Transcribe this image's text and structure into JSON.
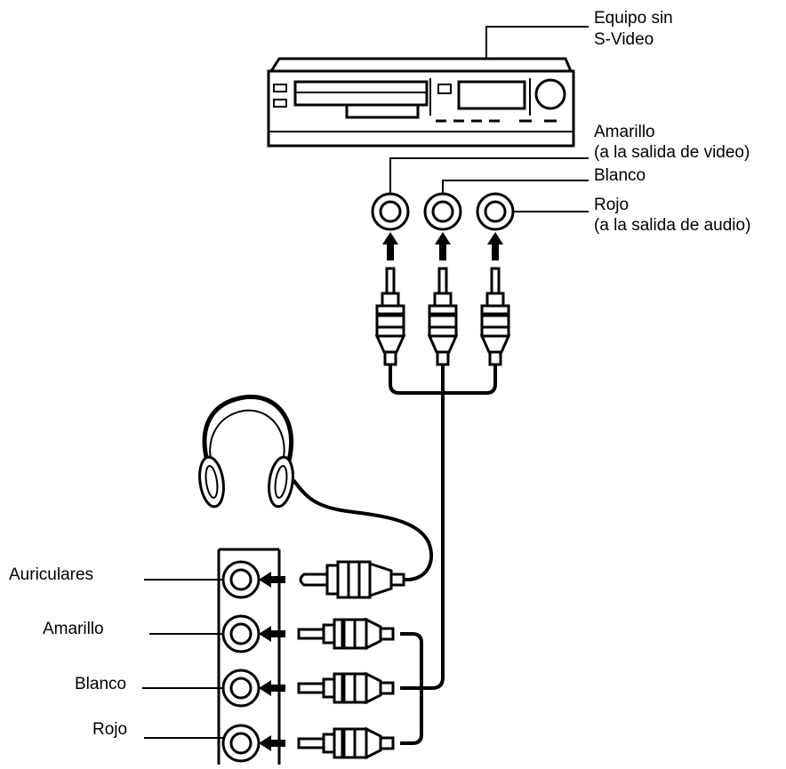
{
  "device": {
    "label_line1": "Equipo sin",
    "label_line2": "S-Video"
  },
  "top_connections": {
    "yellow_line1": "Amarillo",
    "yellow_line2": "(a la salida de video)",
    "white": "Blanco",
    "red_line1": "Rojo",
    "red_line2": "(a la salida de audio)"
  },
  "side_panel": {
    "headphones": "Auriculares",
    "yellow": "Amarillo",
    "white": "Blanco",
    "red": "Rojo"
  }
}
